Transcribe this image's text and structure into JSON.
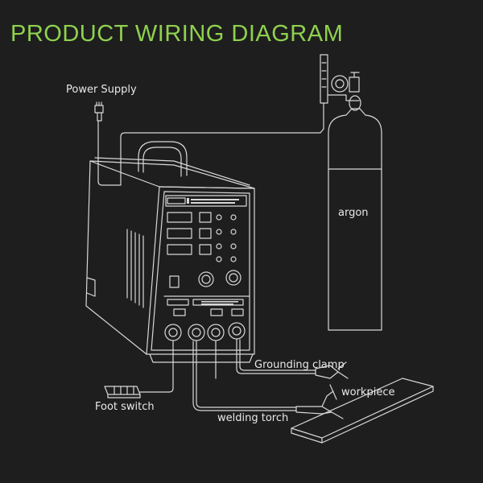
{
  "title": "PRODUCT WIRING DIAGRAM",
  "labels": {
    "power_supply": "Power Supply",
    "argon": "argon",
    "grounding_clamp": "Grounding clamp",
    "workpiece": "workpiece",
    "foot_switch": "Foot switch",
    "welding_torch": "welding torch"
  },
  "colors": {
    "background": "#1e1e1e",
    "title": "#8fd14f",
    "line": "#d8d8d8"
  }
}
